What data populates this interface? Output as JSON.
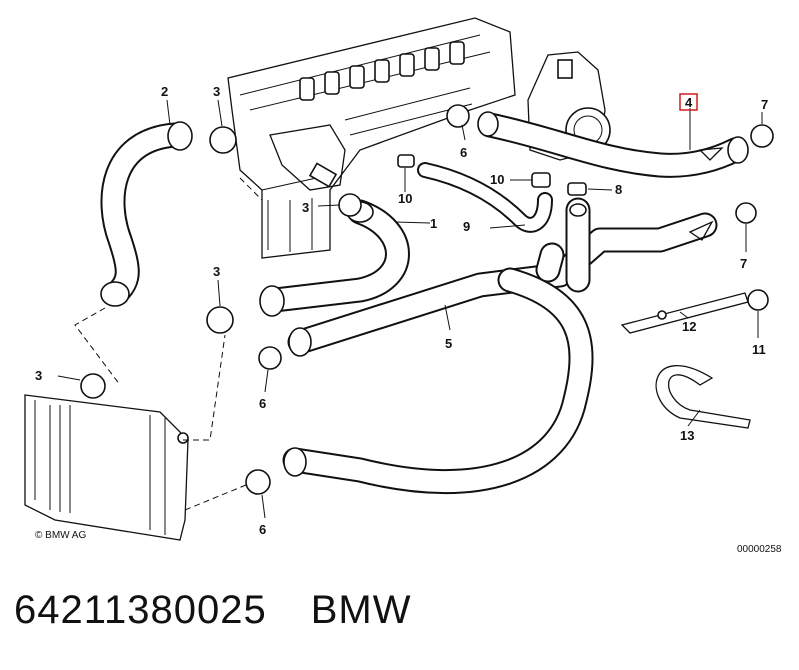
{
  "diagram": {
    "copyright": "© BMW AG",
    "figure_id": "00000258",
    "highlighted_part": "4",
    "labels": {
      "l1": "1",
      "l2": "2",
      "l3a": "3",
      "l3b": "3",
      "l3c": "3",
      "l3d": "3",
      "l4": "4",
      "l5": "5",
      "l6a": "6",
      "l6b": "6",
      "l6c": "6",
      "l7a": "7",
      "l7b": "7",
      "l8": "8",
      "l9": "9",
      "l10a": "10",
      "l10b": "10",
      "l11": "11",
      "l12": "12",
      "l13": "13"
    }
  },
  "caption": {
    "part_number": "64211380025",
    "brand": "BMW"
  }
}
